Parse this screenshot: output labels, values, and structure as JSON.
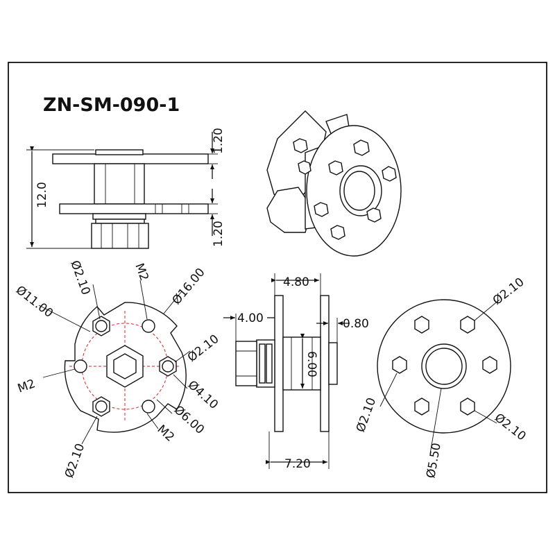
{
  "title": "ZN-SM-090-1",
  "side_view": {
    "height_label": "12.0",
    "top_flange_label": "1.20",
    "bottom_flange_label": "1.20"
  },
  "front_view": {
    "d_outer": "Ø16.00",
    "d_pitch": "Ø11.00",
    "hole_top_left": "Ø2.10",
    "thread_top": "M2",
    "hole_right": "Ø2.10",
    "thread_left": "M2",
    "d_hex_across": "Ø4.10",
    "d_pcd_inner": "Ø6.00",
    "thread_bottom": "M2",
    "hole_bottom_left": "Ø2.10"
  },
  "section_view": {
    "width_top": "4.80",
    "hub_length": "4.00",
    "flange_thickness": "0.80",
    "bore": "6.00",
    "total_length": "7.20"
  },
  "back_view": {
    "hole_top_right": "Ø2.10",
    "hole_bottom_left": "Ø2.10",
    "hole_bottom_right": "Ø2.10",
    "d_center": "Ø5.50"
  }
}
